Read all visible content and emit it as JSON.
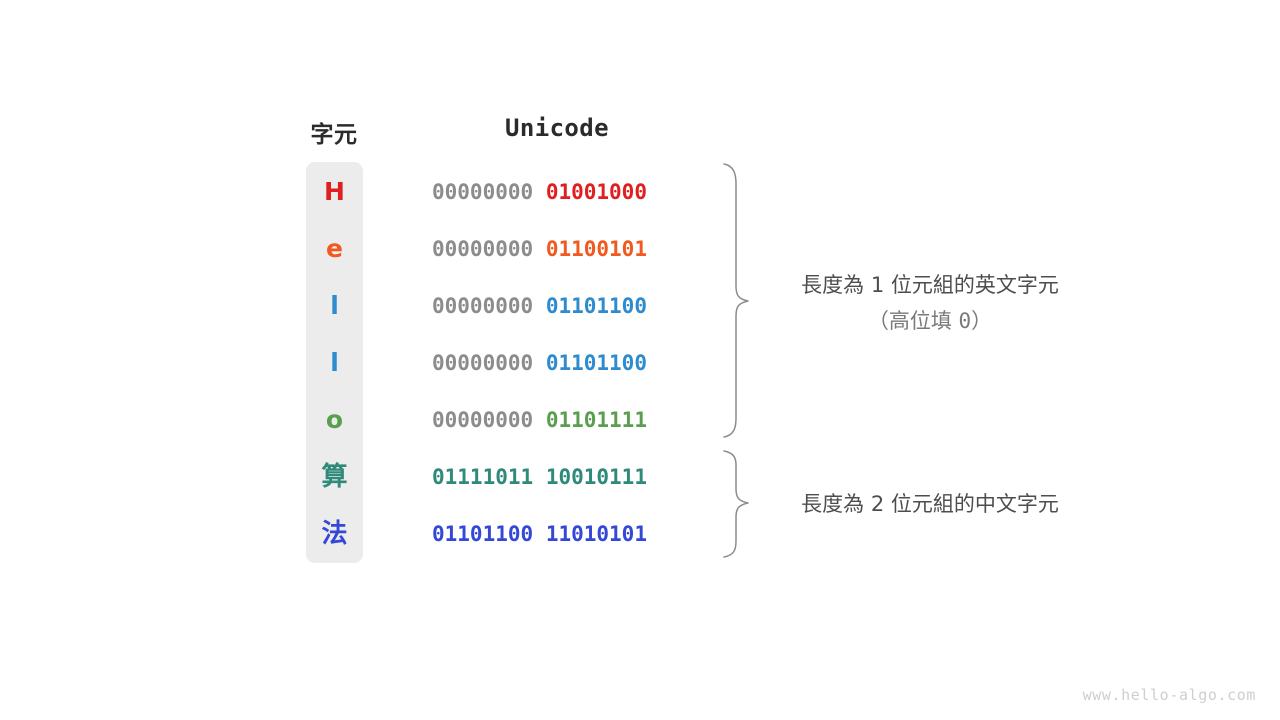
{
  "headers": {
    "character": "字元",
    "unicode": "Unicode"
  },
  "rows": [
    {
      "char": "H",
      "high_byte": "00000000",
      "low_byte": "01001000",
      "color": "#e02020",
      "cjk": false
    },
    {
      "char": "e",
      "high_byte": "00000000",
      "low_byte": "01100101",
      "color": "#f05a1e",
      "cjk": false
    },
    {
      "char": "l",
      "high_byte": "00000000",
      "low_byte": "01101100",
      "color": "#2e8bd0",
      "cjk": false
    },
    {
      "char": "l",
      "high_byte": "00000000",
      "low_byte": "01101100",
      "color": "#2e8bd0",
      "cjk": false
    },
    {
      "char": "o",
      "high_byte": "00000000",
      "low_byte": "01101111",
      "color": "#5a9e4f",
      "cjk": false
    },
    {
      "char": "算",
      "high_byte": "01111011",
      "low_byte": "10010111",
      "color": "#2f8a7a",
      "cjk": true
    },
    {
      "char": "法",
      "high_byte": "01101100",
      "low_byte": "11010101",
      "color": "#3447d6",
      "cjk": true
    }
  ],
  "annotations": {
    "one_byte": {
      "line1": "長度為 1 位元組的英文字元",
      "line2_prefix": "（高位填 ",
      "line2_value": "0",
      "line2_suffix": "）"
    },
    "two_byte": {
      "line1": "長度為 2 位元組的中文字元"
    }
  },
  "watermark": "www.hello-algo.com",
  "colors": {
    "panel_background": "#ececec",
    "high_byte_text": "#8c8c8c",
    "header_text": "#2b2b2b",
    "annotation_text": "#4d4d4d",
    "annotation_secondary": "#7a7a7a",
    "brace_stroke": "#8c8c8c",
    "watermark_text": "#cfcfcf"
  }
}
